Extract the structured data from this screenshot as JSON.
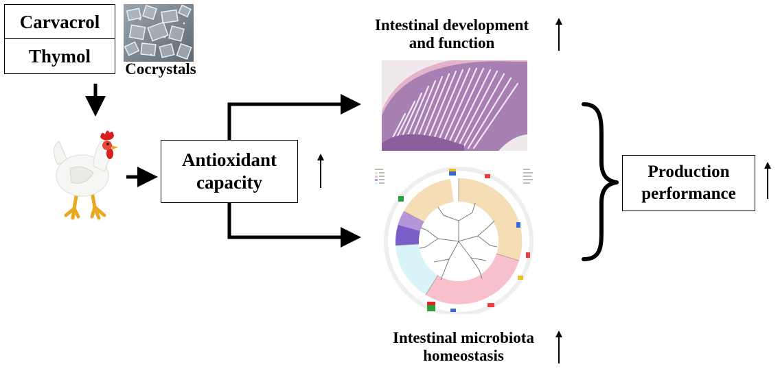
{
  "inputs": {
    "compound_1": "Carvacrol",
    "compound_2": "Thymol",
    "cocrystals_label": "Cocrystals"
  },
  "central": {
    "line1": "Antioxidant",
    "line2": "capacity",
    "change_symbol": "↑"
  },
  "intestinal_development": {
    "line1": "Intestinal development",
    "line2": "and function",
    "change_symbol": "↑"
  },
  "microbiota": {
    "line1": "Intestinal microbiota",
    "line2": "homeostasis",
    "change_symbol": "↑"
  },
  "outcome": {
    "line1": "Production",
    "line2": "performance",
    "change_symbol": "↑"
  },
  "colors": {
    "line": "#000000",
    "histology_bg": "#b8a0c4",
    "histology_tissue": "#8a5a9a",
    "histology_muscle": "#e0a8c4",
    "microbiota_tan": "#f5ddb5",
    "microbiota_pink": "#f8c0cc",
    "microbiota_purple": "#b596d8",
    "microbiota_violet": "#7a5fc8",
    "microbiota_cyan": "#d8f4f8"
  }
}
